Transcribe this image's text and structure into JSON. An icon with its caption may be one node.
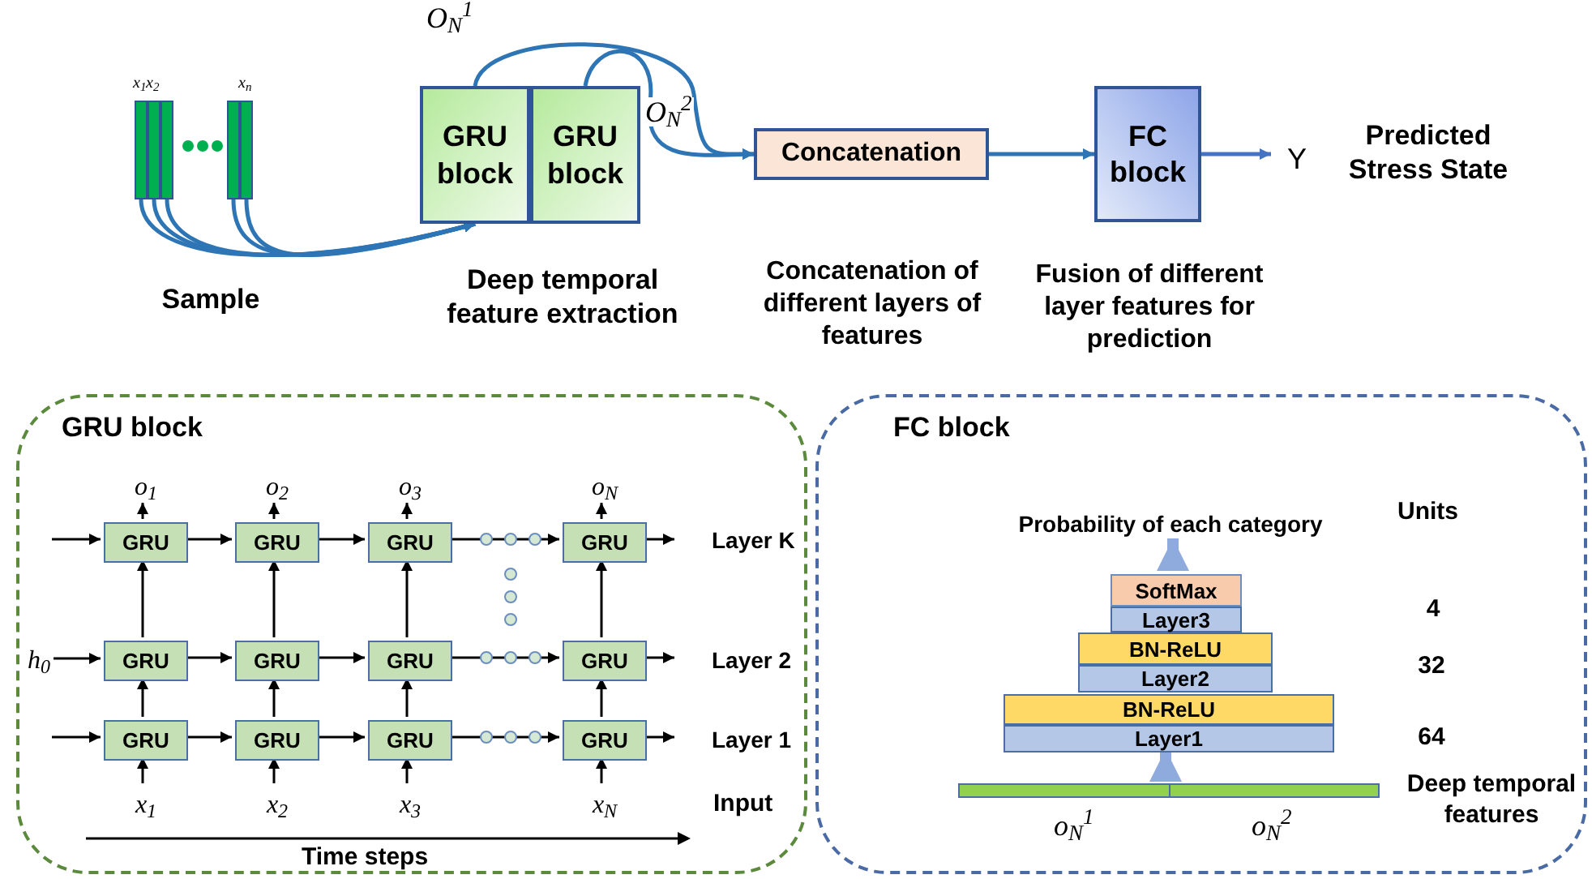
{
  "diagram": {
    "nodes": [
      {
        "text": [
          "x$_{1}$"
        ]
      },
      {
        "text": [
          "x$_{2}$"
        ]
      },
      {
        "text": [],
        "shape": "bar"
      },
      {
        "text": [],
        "shape": "bar"
      },
      {
        "text": [
          "x$_{n}$"
        ]
      },
      {
        "text": [
          "GRU block"
        ]
      },
      {
        "text": [
          "GRU block"
        ]
      },
      {
        "text": [
          "Concatenation"
        ],
        "beside": [
          "Concatenation of different layers of features"
        ]
      },
      {
        "text": [
          "FC block"
        ],
        "beside": [
          "Fusion of different layer features for prediction"
        ]
      },
      {
        "text": [
          "Y"
        ]
      },
      {
        "text": [
          "GRU block"
        ]
      },
      {
        "text": [
          "o$_{1}$"
        ],
        "in": 10
      },
      {
        "text": [
          "o$_{2}$"
        ],
        "in": 10
      },
      {
        "text": [
          "o$_{3}$"
        ],
        "in": 10
      },
      {
        "text": [
          "o$_{N}$"
        ],
        "in": 10
      },
      {
        "text": [
          "GRU"
        ],
        "in": 10
      },
      {
        "text": [
          "GRU"
        ],
        "in": 10
      },
      {
        "text": [
          "GRU"
        ],
        "in": 10
      },
      {
        "text": [
          "GRU"
        ],
        "in": 10
      },
      {
        "text": [
          "h$_{0}$"
        ],
        "in": 10
      },
      {
        "text": [
          "GRU"
        ],
        "in": 10
      },
      {
        "text": [
          "GRU"
        ],
        "in": 10
      },
      {
        "text": [
          "GRU"
        ],
        "in": 10
      },
      {
        "text": [
          "GRU"
        ],
        "in": 10
      },
      {
        "text": [
          "GRU"
        ],
        "in": 10
      },
      {
        "text": [
          "GRU"
        ],
        "in": 10
      },
      {
        "text": [
          "GRU"
        ],
        "in": 10
      },
      {
        "text": [
          "GRU"
        ],
        "in": 10
      },
      {
        "text": [
          "x$_{1}$"
        ],
        "in": 10
      },
      {
        "text": [
          "x$_{2}$"
        ],
        "in": 10
      },
      {
        "text": [
          "x$_{3}$"
        ],
        "in": 10
      },
      {
        "text": [
          "x$_{N}$"
        ],
        "in": 10
      },
      {
        "text": [
          "FC block"
        ]
      },
      {
        "text": [
          "Probability of each category"
        ],
        "in": 32
      },
      {
        "text": [
          "SoftMax"
        ],
        "in": 32
      },
      {
        "text": [
          "Layer3"
        ],
        "in": 32
      },
      {
        "text": [
          "BN-ReLU"
        ],
        "in": 32
      },
      {
        "text": [
          "Layer2"
        ],
        "in": 32
      },
      {
        "text": [
          "BN-ReLU"
        ],
        "in": 32
      },
      {
        "text": [
          "Layer1"
        ],
        "in": 32
      },
      {
        "text": [],
        "shape": "bar",
        "in": 32
      }
    ],
    "edges": [
      {
        "from": 0,
        "to": 5,
        "arrow": "to",
        "color": "#2e75b6"
      },
      {
        "from": 1,
        "to": 5,
        "arrow": "to",
        "color": "#2e75b6"
      },
      {
        "from": 2,
        "to": 5,
        "arrow": "to",
        "color": "#2e75b6"
      },
      {
        "from": 3,
        "to": 5,
        "arrow": "to",
        "color": "#2e75b6"
      },
      {
        "from": 4,
        "to": 5,
        "arrow": "to",
        "color": "#2e75b6"
      },
      {
        "from": 5,
        "to": 7,
        "arrow": "to",
        "label": "O$_{N}$$^{1}$",
        "color": "#2e75b6"
      },
      {
        "from": 6,
        "to": 7,
        "arrow": "to",
        "label": "O$_{N}$$^{2}$",
        "color": "#2e75b6"
      },
      {
        "from": 7,
        "to": 8,
        "arrow": "to",
        "color": "#2e75b6"
      },
      {
        "from": 8,
        "to": 9,
        "arrow": "to",
        "color": "#4472c4"
      },
      {
        "from": null,
        "to": 15,
        "arrow": "to"
      },
      {
        "from": 15,
        "to": 16,
        "arrow": "to"
      },
      {
        "from": 16,
        "to": 17,
        "arrow": "to"
      },
      {
        "from": 17,
        "to": 18,
        "arrow": "to"
      },
      {
        "from": 18,
        "to": null,
        "arrow": "to"
      },
      {
        "from": 19,
        "to": 20,
        "arrow": "to"
      },
      {
        "from": 20,
        "to": 21,
        "arrow": "to"
      },
      {
        "from": 21,
        "to": 22,
        "arrow": "to"
      },
      {
        "from": 22,
        "to": 23,
        "arrow": "to"
      },
      {
        "from": 23,
        "to": null,
        "arrow": "to"
      },
      {
        "from": null,
        "to": 24,
        "arrow": "to"
      },
      {
        "from": 24,
        "to": 25,
        "arrow": "to"
      },
      {
        "from": 25,
        "to": 26,
        "arrow": "to"
      },
      {
        "from": 26,
        "to": 27,
        "arrow": "to"
      },
      {
        "from": 27,
        "to": null,
        "arrow": "to"
      },
      {
        "from": 28,
        "to": 24,
        "arrow": "to"
      },
      {
        "from": 29,
        "to": 25,
        "arrow": "to"
      },
      {
        "from": 30,
        "to": 26,
        "arrow": "to"
      },
      {
        "from": 31,
        "to": 27,
        "arrow": "to"
      },
      {
        "from": 24,
        "to": 20,
        "arrow": "to"
      },
      {
        "from": 25,
        "to": 21,
        "arrow": "to"
      },
      {
        "from": 26,
        "to": 22,
        "arrow": "to"
      },
      {
        "from": 27,
        "to": 23,
        "arrow": "to"
      },
      {
        "from": 20,
        "to": 15,
        "arrow": "to"
      },
      {
        "from": 21,
        "to": 16,
        "arrow": "to"
      },
      {
        "from": 22,
        "to": 17,
        "arrow": "to"
      },
      {
        "from": 23,
        "to": 18,
        "arrow": "to"
      },
      {
        "from": 15,
        "to": 11,
        "arrow": "to"
      },
      {
        "from": 16,
        "to": 12,
        "arrow": "to"
      },
      {
        "from": 17,
        "to": 13,
        "arrow": "to"
      },
      {
        "from": 18,
        "to": 14,
        "arrow": "to"
      },
      {
        "from": 40,
        "to": 39,
        "arrow": "to",
        "style": "thick",
        "color": "#8faadc"
      },
      {
        "from": 34,
        "to": 33,
        "arrow": "to",
        "style": "thick",
        "color": "#8faadc"
      }
    ],
    "labels": [
      "Sample",
      "Deep temporal feature extraction",
      "Predicted Stress State",
      "Layer K",
      "Layer 2",
      "Layer 1",
      "Input",
      "Time steps",
      "Units",
      "4",
      "32",
      "64",
      "Deep temporal features",
      "o$_{N}$$^{1}$",
      "o$_{N}$$^{2}$"
    ]
  }
}
